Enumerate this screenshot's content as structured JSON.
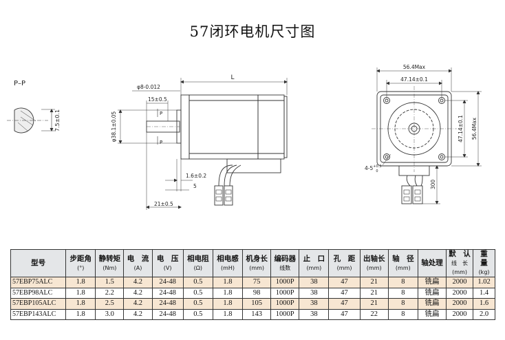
{
  "title": "57闭环电机尺寸图",
  "section_view": {
    "label": "P–P",
    "dim": "7.5±0.1"
  },
  "side_view": {
    "length": "L",
    "shaft_dia": "φ8-0.012",
    "flat": "15±0.5",
    "boss": "φ38.1±0.05",
    "flange": "1.6±0.2",
    "five": "5",
    "shaft_len": "21±0.5",
    "section_mark": "P"
  },
  "front_view": {
    "width_max": "56.4Max",
    "bolt_x": "47.14±0.1",
    "bolt_y": "47.14±0.1",
    "height_max": "56.4Max",
    "holes": "4-5",
    "holes_sup": "+0.3",
    "holes_sub": "0",
    "cable": "300"
  },
  "table": {
    "headers": [
      {
        "name": "型号",
        "unit": ""
      },
      {
        "name": "步距角",
        "unit": "(°)"
      },
      {
        "name": "静转矩",
        "unit": "(Nm)"
      },
      {
        "name": "电　流",
        "unit": "(A)"
      },
      {
        "name": "电　压",
        "unit": "(V)"
      },
      {
        "name": "相电阻",
        "unit": "(Ω)"
      },
      {
        "name": "相电感",
        "unit": "(mH)"
      },
      {
        "name": "机身长",
        "unit": "(mm)"
      },
      {
        "name": "编码器",
        "unit": "线数"
      },
      {
        "name": "止　口",
        "unit": "(mm)"
      },
      {
        "name": "孔　距",
        "unit": "(mm)"
      },
      {
        "name": "出轴长",
        "unit": "(mm)"
      },
      {
        "name": "轴　径",
        "unit": "(mm)"
      },
      {
        "name": "轴处理",
        "unit": ""
      },
      {
        "name": "默　认",
        "unit": "线　长 (mm)"
      },
      {
        "name": "重　量",
        "unit": "(kg)"
      }
    ],
    "rows": [
      [
        "57EBP75ALC",
        "1.8",
        "1.5",
        "4.2",
        "24-48",
        "0.5",
        "1.8",
        "75",
        "1000P",
        "38",
        "47",
        "21",
        "8",
        "铣扁",
        "2000",
        "1.02"
      ],
      [
        "57EBP98ALC",
        "1.8",
        "2.2",
        "4.2",
        "24-48",
        "0.5",
        "1.8",
        "98",
        "1000P",
        "38",
        "47",
        "21",
        "8",
        "铣扁",
        "2000",
        "1.4"
      ],
      [
        "57EBP105ALC",
        "1.8",
        "2.5",
        "4.2",
        "24-48",
        "0.5",
        "1.8",
        "105",
        "1000P",
        "38",
        "47",
        "21",
        "8",
        "铣扁",
        "2000",
        "1.6"
      ],
      [
        "57EBP143ALC",
        "1.8",
        "3.0",
        "4.2",
        "24-48",
        "0.5",
        "1.8",
        "143",
        "1000P",
        "38",
        "47",
        "22",
        "8",
        "铣扁",
        "2000",
        "2.0"
      ]
    ]
  }
}
